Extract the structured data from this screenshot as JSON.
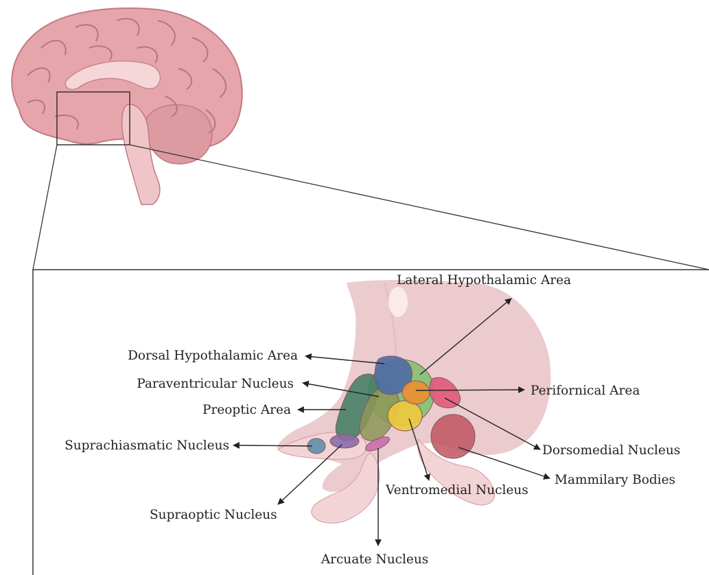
{
  "labels": {
    "lateral_hypothalamic_area": "Lateral Hypothalamic Area",
    "dorsal_hypothalamic_area": "Dorsal Hypothalamic Area",
    "paraventricular_nucleus": "Paraventricular Nucleus",
    "preoptic_area": "Preoptic Area",
    "suprachiasmatic_nucleus": "Suprachiasmatic Nucleus",
    "supraoptic_nucleus": "Supraoptic Nucleus",
    "arcuate_nucleus": "Arcuate Nucleus",
    "ventromedial_nucleus": "Ventromedial Nucleus",
    "perifornical_area": "Perifornical Area",
    "dorsomedial_nucleus": "Dorsomedial Nucleus",
    "mammilary_bodies": "Mammilary Bodies"
  },
  "colors": {
    "brain_fill": "#e6a5ab",
    "brain_stroke": "#c27a82",
    "hypothalamus_base": "#f3d4d6",
    "outline": "#333333",
    "dorsal_hypothalamic_area": "#4f6aa5",
    "lateral_hypothalamic_area": "#7fbf6a",
    "preoptic_area": "#3e7d62",
    "paraventricular_nucleus": "#8d9657",
    "ventromedial_nucleus": "#f0c93c",
    "perifornical_area": "#eb8f2f",
    "dorsomedial_nucleus": "#e05a7a",
    "mammilary_bodies": "#c05560",
    "suprachiasmatic_nucleus": "#5f90a8",
    "supraoptic_nucleus": "#8d6aaa",
    "arcuate_nucleus": "#c76aa8"
  }
}
